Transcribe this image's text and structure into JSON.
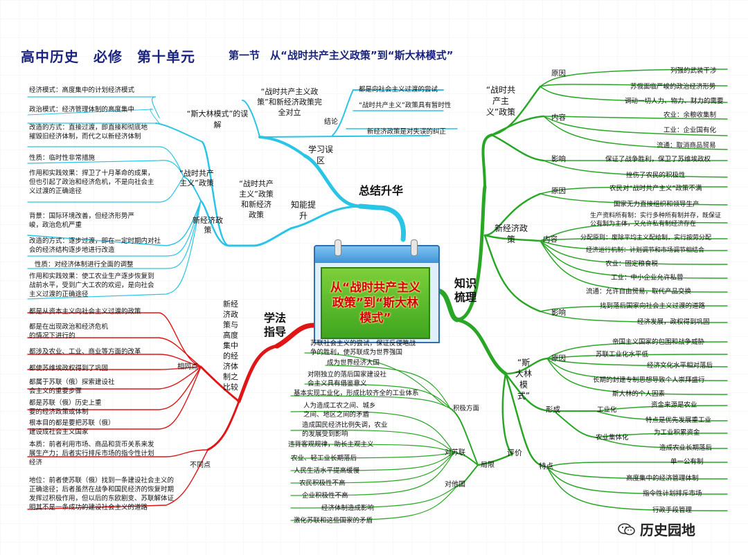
{
  "title": "高中历史　必修　第十单元",
  "subtitle": "第一节　从“战时共产主义政策”到“斯大林模式”",
  "center": "从“战时共产主义政策”到“斯大林模式”",
  "watermark": "历史园地",
  "branches": {
    "summary": "总结升华",
    "knowledge": "知识梳理",
    "method": "学法指导"
  },
  "tl": {
    "mislearn": "学习误区",
    "ability": "知能提升",
    "stalin_err": "“斯大林模式”的误解",
    "stalin_err_items": [
      "经济模式：高度集中的计划经济模式",
      "政治模式：经济管理体制的高度集中"
    ],
    "war_policy": "“战时共产主义”政策",
    "war_items": [
      "改造的方式：直接过渡，即直接和彻底地摧毁旧经济体制，而代之以新经济体制",
      "性质：临时性非常措施",
      "作用和实践效果：捍卫了十月革命的成果，但也引起了政治和经济危机，不是向社会主义过渡的正确途径"
    ],
    "nep": "新经济政策",
    "nep_items": [
      "背景：国际环境改善，但经济形势严峻，政治危机严重",
      "改造的方式：逐步过渡，即在一定时期内对社会的经济结构逐步地进行改造",
      "性质：对经济体制进行全面的调整",
      "作用和实践效果：使工农业生产逐步恢复到战前水平，受到广大工农的欢迎，是向社会主义过渡的正确途径"
    ],
    "ability_topic": "“战时共产主义”政策和新经济政策",
    "mis_topic": "“战时共产主义政策”和新经济政策完全对立",
    "conclusion": "结论",
    "conclusion_items": [
      "都是向社会主义过渡的尝试",
      "“战时共产主义”政策具有暂时性",
      "新经济政策是对失误的纠正"
    ]
  },
  "bl": {
    "topic": "新经济政策与高度集中的经济体制之比较",
    "same": "相同点",
    "same_items": [
      "都是从资本主义向社会主义过渡的政策",
      "都是在出现政治和经济危机的情况下进行的",
      "都涉及农业、工业、商业等方面的改革",
      "都使苏维埃政权得到了巩固",
      "都属于苏联（俄）探索建设社会主义的重要步骤",
      "都是苏联（俄）历史上重要的经济政策或体制",
      "根本目的都是要把苏联（俄）建设成社会主义国家"
    ],
    "diff": "不同点",
    "diff_items": [
      "本质：前者利用市场、商品和货币关系来发展生产力；后者实行排斥市场的指令性计划经济",
      "地位：前者使苏联（俄）找到一条建设社会主义的正确途径；后者虽然在战争和国民经济的恢复时期发挥过积极作用，但以后的东欧剧变、苏联解体证明其不是一条成功的建设社会主义的道路"
    ]
  },
  "r": {
    "war": "“战时共产主义”政策",
    "war_reason": "原因",
    "war_reason_items": [
      "列强的武装干涉",
      "苏俄面临严峻的政治经济形势",
      "调动一切人力、物力、财力的需要"
    ],
    "war_content": "内容",
    "war_content_items": [
      "农业：余粮收集制",
      "工业：企业国有化",
      "流通：取消商品贸易"
    ],
    "war_effect": "影响",
    "war_effect_items": [
      "保证了战争胜利，保卫了苏维埃政权",
      "挫伤了农民的积极性"
    ],
    "nep": "新经济政策",
    "nep_reason": "原因",
    "nep_reason_items": [
      "农民对“战时共产主义”政策不满",
      "国家无力直接组织和领导生产"
    ],
    "nep_content": "内容",
    "nep_content_items": [
      "生产资料所有制：实行多种所有制并存，既保证公有制为主体，又允许私有制经济存在",
      "分配原则：废除平均主义配给制，实行按劳分配",
      "经济运行机制：计划调节和市场调节相结合",
      "农业：固定粮食税",
      "工业：中小企业允许私营",
      "流通：允许自由贸易，取代产品交换"
    ],
    "nep_effect": "影响",
    "nep_effect_items": [
      "找到落后国家向社会主义过渡的道路",
      "经济发展，政权得到巩固"
    ],
    "stalin": "“斯大林模式”",
    "st_reason": "原因",
    "st_reason_items": [
      "帝国主义国家的包围和战争威胁",
      "苏联工业化水平低",
      "经济文化水平相对落后",
      "长期的封建专制思想导致个人崇拜盛行",
      "斯大林的个人因素"
    ],
    "st_form": "形成",
    "st_ind": "工业化",
    "st_ind_items": [
      "资金来源是农业",
      "特点是优先发展重工业"
    ],
    "st_agr": "农业集体化",
    "st_agr_items": [
      "为工业积累资金",
      "造成农业长期落后"
    ],
    "st_feat": "特点",
    "st_feat_items": [
      "单一公有制",
      "高度集中的经济管理体制",
      "指令性计划排斥市场",
      "行政手段管理"
    ],
    "st_eval": "评价"
  },
  "bc": {
    "positive": "积极方面",
    "positive_items": [
      "苏联社会主义的尝试，保证反侵略战争的胜利，使苏联成为世界强国",
      "成为世界经济大国",
      "对刚独立的落后国家建设社会主义具有借鉴意义",
      "基本实现工业化，形成比较齐全的工业体系"
    ],
    "limit": "局限",
    "to_su": "对苏联",
    "to_su_items": [
      "人为造成工农之间、城乡之间、地区之间的矛盾",
      "造成国民经济比例失调，农业的发展受到影响",
      "违背客观规律，助长主观主义",
      "农业、轻工业长期落后",
      "人民生活水平提高缓慢",
      "农民积极性不高",
      "企业积极性不高"
    ],
    "to_other": "对他国",
    "to_other_items": [
      "经济体制造成影响",
      "激化苏联和这些国家的矛盾"
    ]
  }
}
